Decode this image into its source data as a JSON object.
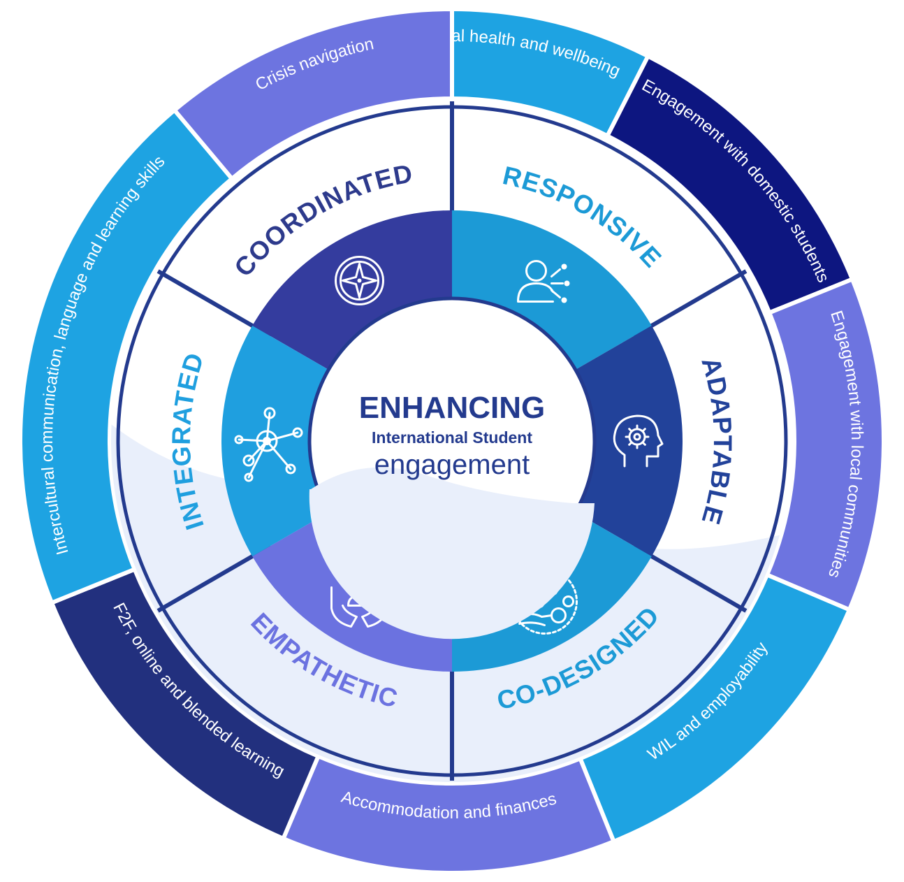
{
  "center": {
    "line1": "ENHANCING",
    "line2": "International Student",
    "line3": "engagement"
  },
  "principles": [
    {
      "label": "COORDINATED",
      "icon": "compass-icon",
      "color": "#343c9e",
      "text_color": "#2d3a8c"
    },
    {
      "label": "RESPONSIVE",
      "icon": "person-network-icon",
      "color": "#1c9ad6",
      "text_color": "#1c9ad6"
    },
    {
      "label": "ADAPTABLE",
      "icon": "head-gear-icon",
      "color": "#22429a",
      "text_color": "#22429a"
    },
    {
      "label": "CO-DESIGNED",
      "icon": "co-design-icon",
      "color": "#1c9ad6",
      "text_color": "#1c9ad6"
    },
    {
      "label": "EMPATHETIC",
      "icon": "caring-hands-icon",
      "color": "#6b72e0",
      "text_color": "#6b72e0"
    },
    {
      "label": "INTEGRATED",
      "icon": "network-node-icon",
      "color": "#1f9fdf",
      "text_color": "#1f9fdf"
    }
  ],
  "outer_ring": [
    {
      "label": "Mental health and wellbeing",
      "color": "#1ea3e2"
    },
    {
      "label": "Engagement with domestic students",
      "color": "#0d1680"
    },
    {
      "label": "Engagement with local communities",
      "color": "#6d74e0"
    },
    {
      "label": "WIL and employability",
      "color": "#1ea3e2"
    },
    {
      "label": "Accommodation and finances",
      "color": "#6d74e0"
    },
    {
      "label": "F2F, online and blended learning",
      "color": "#22307e"
    },
    {
      "label": "Intercultural communication, language and learning skills",
      "color": "#1ea3e2"
    },
    {
      "label": "Crisis navigation",
      "color": "#6d74e0"
    }
  ],
  "colors": {
    "outline": "#233a8e",
    "divider": "#ffffff",
    "wave": "#e9effb"
  }
}
